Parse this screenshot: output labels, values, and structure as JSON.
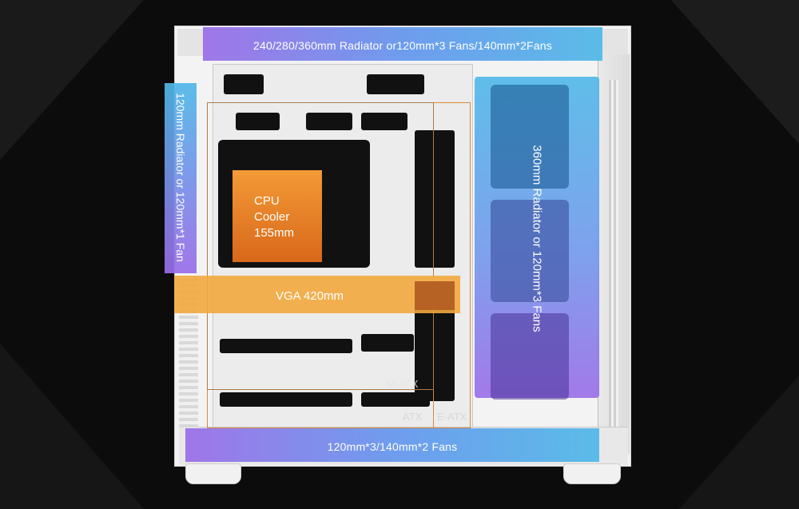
{
  "labels": {
    "top_bar": "240/280/360mm Radiator or120mm*3 Fans/140mm*2Fans",
    "left_bar": "120mm Radiator or 120mm*1 Fan",
    "right_bar": "360mm Radiator or 120mm*3 Fans",
    "bottom_bar": "120mm*3/140mm*2 Fans",
    "cpu_line1": "CPU",
    "cpu_line2": "Cooler",
    "cpu_line3": "155mm",
    "vga": "VGA 420mm",
    "matx": "M-ATX",
    "atx": "ATX",
    "eatx": "E-ATX"
  },
  "colors": {
    "background": "#0c0c0c",
    "blue": "#4fb8e8",
    "purple": "#9a6ce8",
    "orange": "#f2a43a",
    "cpu": "#e07a1c",
    "outline": "#d9883a"
  }
}
